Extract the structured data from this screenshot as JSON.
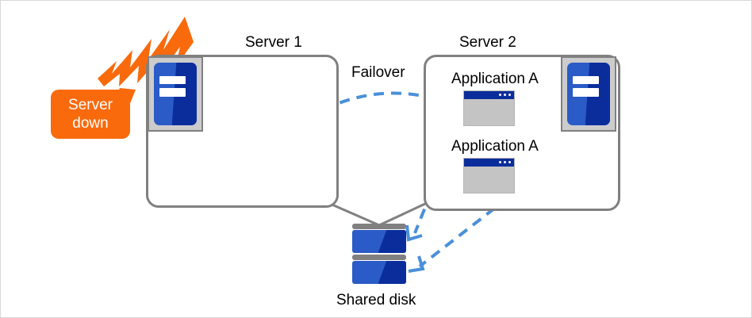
{
  "diagram": {
    "title_server1": "Server 1",
    "title_server2": "Server 2",
    "failover_label": "Failover",
    "shared_disk_label": "Shared disk",
    "server_down_line1": "Server",
    "server_down_line2": "down",
    "applications": [
      {
        "label": "Application A"
      },
      {
        "label": "Application A"
      }
    ],
    "colors": {
      "alert_orange": "#f96a0d",
      "box_gray": "#808080",
      "arrow_blue": "#4a90d9",
      "icon_blue_light": "#2a5bc7",
      "icon_blue_dark": "#0b2d9c",
      "app_body_gray": "#c4c4c4"
    },
    "icons": {
      "server": "server-icon",
      "application_window": "app-window-icon",
      "disk": "disk-icon",
      "burst": "lightning-burst-icon"
    }
  }
}
